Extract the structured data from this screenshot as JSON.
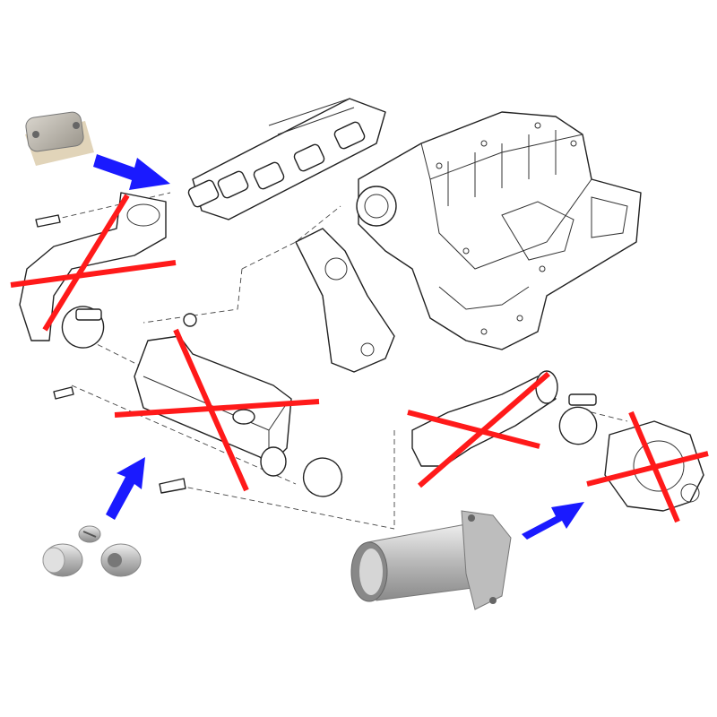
{
  "colors": {
    "remove_mark": "#ff1a1a",
    "arrow": "#1a1aff",
    "line_art": "#222222",
    "metal_part": "#c8c8c8"
  },
  "marks": {
    "removed_parts": [
      "egr-pipe-upper",
      "egr-cooler",
      "egr-pipe-lower",
      "egr-valve"
    ],
    "replacement_parts": [
      "blanking-plate",
      "blanking-plugs",
      "bypass-pipe"
    ]
  }
}
